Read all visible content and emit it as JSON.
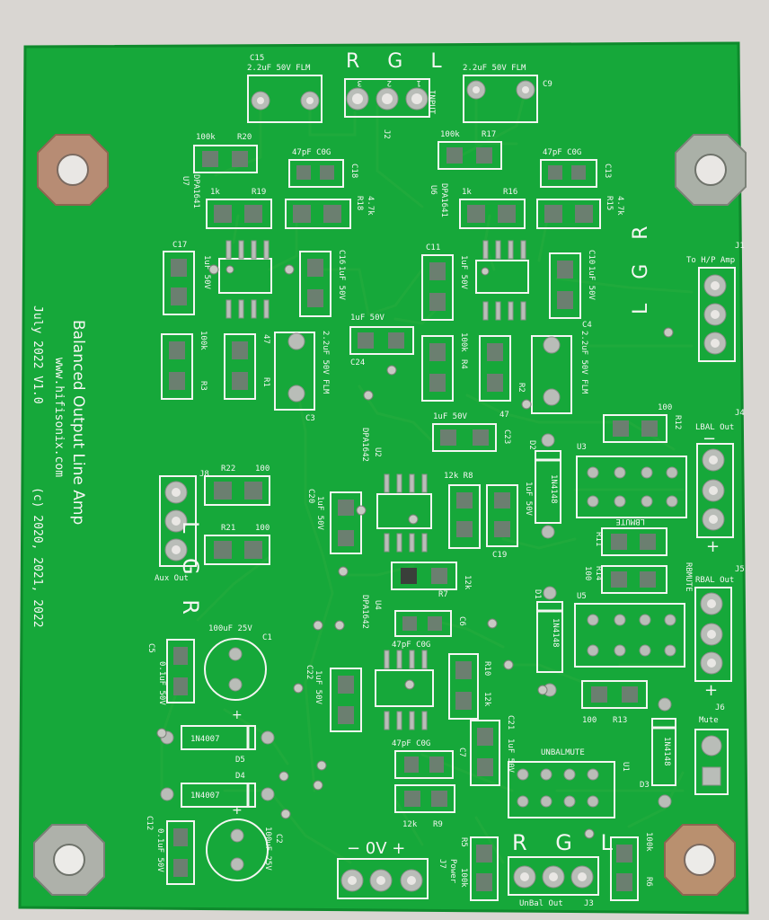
{
  "board": {
    "title": "Balanced Output Line Amp",
    "website": "www.hifisonix.com",
    "copyright": "(c)  2020, 2021, 2022",
    "version": "July 2022 V1.0",
    "colors": {
      "board": "#16a83a",
      "silkscreen": "#f4f6f2",
      "pad": "#b9bdb8",
      "copper_pad": "#6b7f70",
      "background": "#d9d6d2"
    }
  },
  "labels": {
    "c15_ref": "C15",
    "c15_val": "2.2uF 50V FLM",
    "c9_ref": "C9",
    "c9_val": "2.2uF 50V FLM",
    "input_letters": "R G L",
    "input_label": "INPUT",
    "j2_ref": "J2",
    "pin3": "3",
    "pin2": "2",
    "pin1": "1",
    "r20_val": "100k",
    "r20_ref": "R20",
    "r17_val": "100k",
    "r17_ref": "R17",
    "c18_val": "47pF C0G",
    "c18_ref": "C18",
    "c13_val": "47pF C0G",
    "c13_ref": "C13",
    "u7_ref": "U7",
    "u7_val": "DPA1641",
    "u6_ref": "U6",
    "u6_val": "DPA1641",
    "r19_val": "1k",
    "r19_ref": "R19",
    "r16_val": "1k",
    "r16_ref": "R16",
    "r18_ref": "R18",
    "r18_val": "4.7k",
    "r15_ref": "R15",
    "r15_val": "4.7k",
    "c17_ref": "C17",
    "c17_val": "1uF 50V",
    "c16_ref": "C16",
    "c16_val": "1uF 50V",
    "c11_ref": "C11",
    "c11_val": "1uF 50V",
    "c10_ref": "C10",
    "c10_val": "1uF 50V",
    "j1_ref": "J1",
    "j1_label": "To H/P Amp",
    "j1_letters": "L G R",
    "r3_val": "100k",
    "r3_ref": "R3",
    "r1_val": "47",
    "r1_ref": "R1",
    "c3_val": "2.2uF 50V FLM",
    "c3_ref": "C3",
    "c24_val": "1uF 50V",
    "c24_ref": "C24",
    "r4_val": "100k",
    "r4_ref": "R4",
    "r2_ref": "R2",
    "r2_val": "47",
    "c4_ref": "C4",
    "c4_val": "2.2uF 50V FLM",
    "c23_val": "1uF 50V",
    "c23_ref": "C23",
    "r12_val": "100",
    "r12_ref": "R12",
    "d2_ref": "D2",
    "d2_val": "1N4148",
    "u3_ref": "U3",
    "j4_label": "LBAL Out",
    "j4_ref": "J4",
    "u2_val": "DPA1642",
    "u2_ref": "U2",
    "r8_val": "12k R8",
    "c20_val": "1uF 50V",
    "c20_ref": "C20",
    "c19_val": "1uF 50V",
    "c19_ref": "C19",
    "lbmute": "LBMUTE",
    "r11_ref": "R11",
    "r11_val": "100",
    "r14_ref": "R14",
    "r14_val": "100",
    "rbmute": "RBMUTE",
    "j5_ref": "J5",
    "j5_label": "RBAL Out",
    "j8_letters": "L G R",
    "j8_ref": "J8",
    "r22_ref": "R22",
    "r22_val": "100",
    "r21_ref": "R21",
    "r21_val": "100",
    "aux_label": "Aux Out",
    "r7_val": "12k",
    "r7_ref": "R7",
    "c1_val": "100uF 25V",
    "c1_ref": "C1",
    "c5_ref": "C5",
    "c5_val": "0.1uF 50V",
    "u4_ref": "U4",
    "u4_val": "DPA1642",
    "c6_val": "47pF C0G",
    "c6_ref": "C6",
    "d1_ref": "D1",
    "d1_val": "1N4148",
    "u5_ref": "U5",
    "c22_val": "1uF 50V",
    "c22_ref": "C22",
    "r10_ref": "R10",
    "r10_val": "12k",
    "r13_val": "100",
    "r13_ref": "R13",
    "j6_ref": "J6",
    "j6_label": "Mute",
    "d3_val": "1N4148",
    "d3_ref": "D3",
    "d5_val": "1N4007",
    "d5_ref": "D5",
    "d4_val": "1N4007",
    "d4_ref": "D4",
    "c7_val": "47pF C0G",
    "c7_ref": "C7",
    "c21_val": "1uF 50V",
    "c21_ref": "C21",
    "unbalmute": "UNBALMUTE",
    "u1_ref": "U1",
    "c2_val": "100uF 25V",
    "c2_ref": "C2",
    "c12_ref": "C12",
    "c12_val": "0.1uF 50V",
    "r9_val": "12k",
    "r9_ref": "R9",
    "power_letters": "−  0V  +",
    "j7_ref": "J7",
    "j7_label": "Power",
    "r5_ref": "R5",
    "r5_val": "100k",
    "unbal_letters": "R G L",
    "unbal_label": "UnBal Out",
    "j3_ref": "J3",
    "r6_ref": "R6",
    "r6_val": "100k",
    "plus": "+",
    "minus": "−"
  }
}
